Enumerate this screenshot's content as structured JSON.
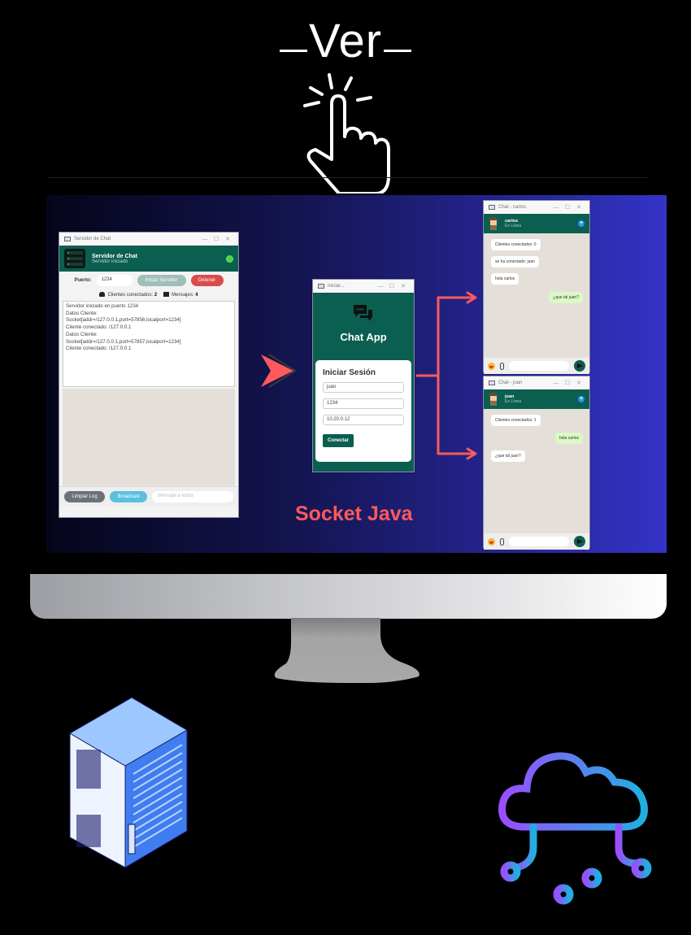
{
  "banner": {
    "title": "Ver",
    "icon": "pointing-hand-click-icon"
  },
  "server_window": {
    "title": "Servidor de Chat",
    "window_controls": [
      "—",
      "☐",
      "✕"
    ],
    "header_title": "Servidor de Chat",
    "header_status": "Servidor iniciado",
    "port_label": "Puerto:",
    "port_value": "1234",
    "start_button": "Iniciar Servidor",
    "stop_button": "Detener",
    "clients_label": "Clientes conectados:",
    "clients_count": "2",
    "messages_label": "Mensajes:",
    "messages_count": "4",
    "log_lines": [
      "Servidor iniciado en puerto 1234",
      "Datos Cliente:",
      "Socket[addr=/127.0.0.1,port=57856,localport=1234]",
      "Cliente conectado: /127.0.0.1",
      "Datos Cliente:",
      "Socket[addr=/127.0.0.1,port=57857,localport=1234]",
      "Cliente conectado: /127.0.0.1"
    ],
    "clear_button": "Limpiar Log",
    "broadcast_button": "Broadcast",
    "broadcast_placeholder": "Mensaje a todos",
    "accent_color": "#0b5f50"
  },
  "login_window": {
    "title": "Iniciar...",
    "app_name": "Chat App",
    "form_title": "Iniciar Sesión",
    "username_value": "juan",
    "port_value": "1234",
    "host_value": "10.20.0.12",
    "connect_button": "Conectar"
  },
  "chat_windows": [
    {
      "title": "Chat - carlos",
      "user": "carlos",
      "status": "En Línea",
      "messages": [
        {
          "text": "Clientes conectados: 0",
          "from_me": false
        },
        {
          "text": "se ha conectado: juan",
          "from_me": false
        },
        {
          "text": "hola carlos",
          "from_me": false
        },
        {
          "text": "¿que tal juan?",
          "from_me": true
        }
      ]
    },
    {
      "title": "Chat - juan",
      "user": "juan",
      "status": "En Línea",
      "messages": [
        {
          "text": "Clientes conectados: 1",
          "from_me": false
        },
        {
          "text": "hola carlos",
          "from_me": true
        },
        {
          "text": "¿que tal juan?",
          "from_me": false
        }
      ]
    }
  ],
  "caption": "Socket Java",
  "colors": {
    "caption": "#ff5a5a",
    "bubble_me": "#dcf8c6",
    "header_green": "#0b5f50",
    "stop_red": "#dc4b4b",
    "broadcast_blue": "#5bc0de"
  }
}
